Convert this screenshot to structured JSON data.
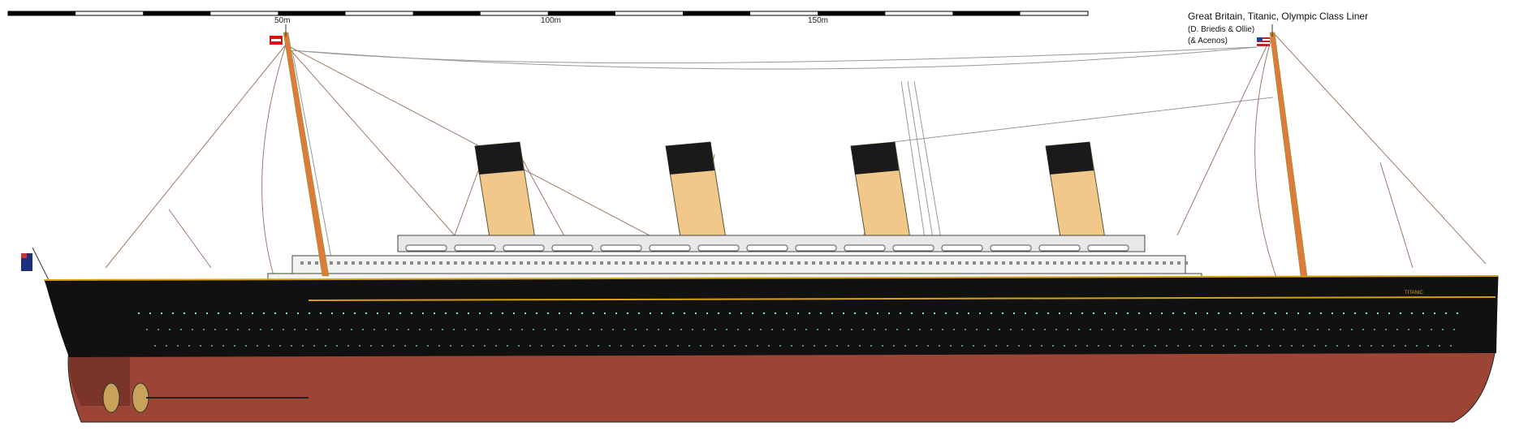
{
  "scale_bar": {
    "labels": [
      {
        "text": "50m"
      },
      {
        "text": "100m"
      },
      {
        "text": "150m"
      }
    ]
  },
  "credits": {
    "title": "Great Britain, Titanic, Olympic Class Liner",
    "authors": "(D. Briedis & Ollie)",
    "co_author": "(& Acenos)"
  },
  "ship": {
    "name_plate": "TITANIC"
  },
  "colors": {
    "hull_upper": "#111111",
    "hull_lower": "#9c4535",
    "superstructure": "#f2f2f2",
    "funnel": "#f2c88a",
    "funnel_top": "#1a1a1a",
    "mast": "#e07a3a",
    "gold_stripe": "#d4a017",
    "porthole": "#7fd6d6"
  }
}
